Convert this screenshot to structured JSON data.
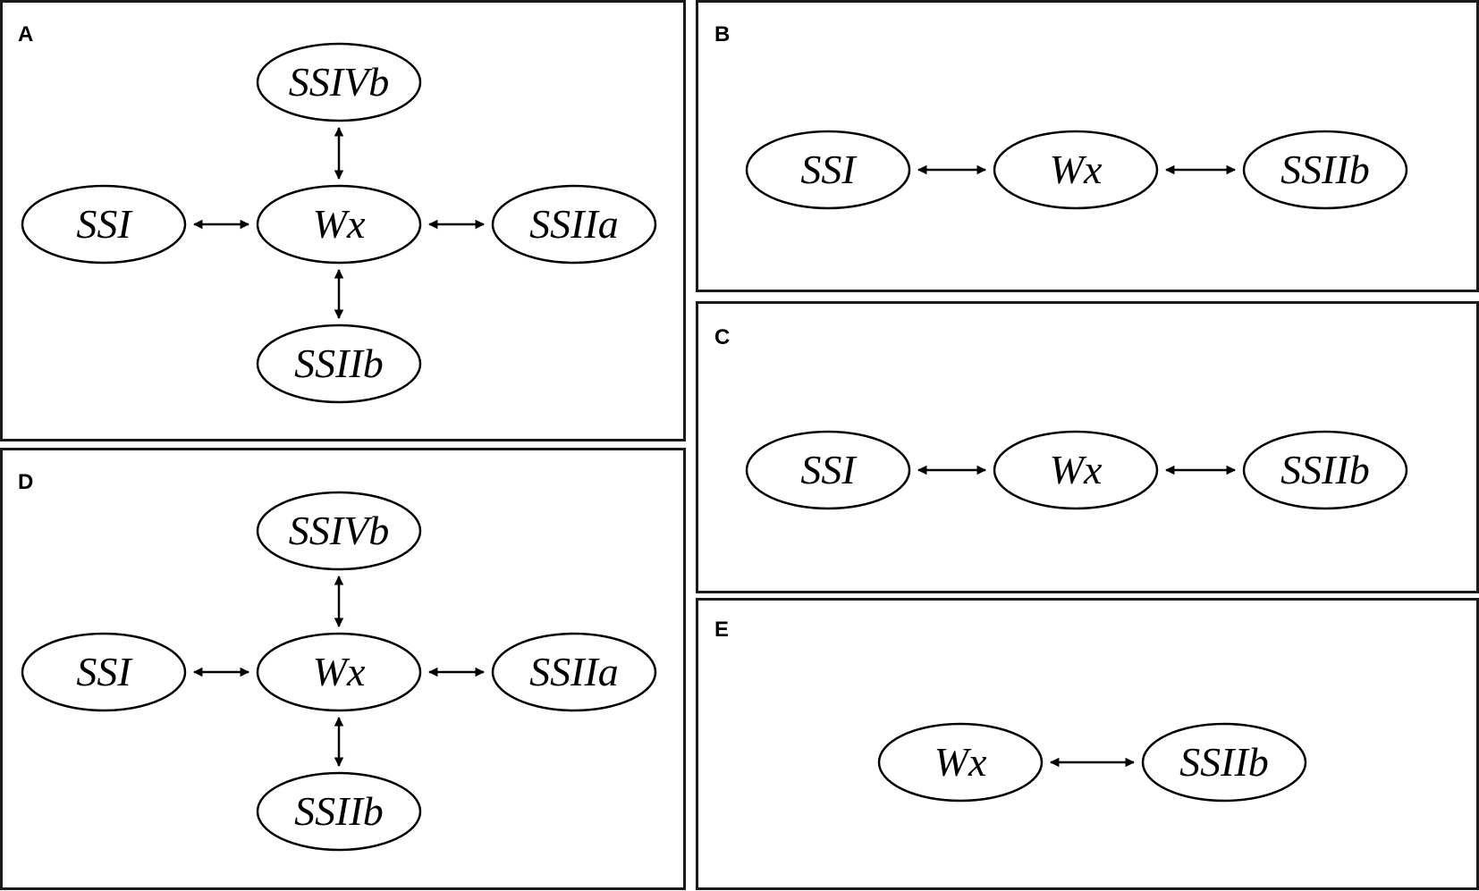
{
  "panels": [
    {
      "label": "A",
      "nodes": {
        "SSIVb": "SSIVb",
        "SSI": "SSI",
        "Wx": "Wx",
        "SSIIa": "SSIIa",
        "SSIIb": "SSIIb"
      },
      "edges": [
        [
          "Wx",
          "SSIVb"
        ],
        [
          "Wx",
          "SSI"
        ],
        [
          "Wx",
          "SSIIa"
        ],
        [
          "Wx",
          "SSIIb"
        ]
      ]
    },
    {
      "label": "B",
      "nodes": {
        "SSI": "SSI",
        "Wx": "Wx",
        "SSIIb": "SSIIb"
      },
      "edges": [
        [
          "SSI",
          "Wx"
        ],
        [
          "Wx",
          "SSIIb"
        ]
      ]
    },
    {
      "label": "C",
      "nodes": {
        "SSI": "SSI",
        "Wx": "Wx",
        "SSIIb": "SSIIb"
      },
      "edges": [
        [
          "SSI",
          "Wx"
        ],
        [
          "Wx",
          "SSIIb"
        ]
      ]
    },
    {
      "label": "D",
      "nodes": {
        "SSIVb": "SSIVb",
        "SSI": "SSI",
        "Wx": "Wx",
        "SSIIa": "SSIIa",
        "SSIIb": "SSIIb"
      },
      "edges": [
        [
          "Wx",
          "SSIVb"
        ],
        [
          "Wx",
          "SSI"
        ],
        [
          "Wx",
          "SSIIa"
        ],
        [
          "Wx",
          "SSIIb"
        ]
      ]
    },
    {
      "label": "E",
      "nodes": {
        "Wx": "Wx",
        "SSIIb": "SSIIb"
      },
      "edges": [
        [
          "Wx",
          "SSIIb"
        ]
      ]
    }
  ]
}
